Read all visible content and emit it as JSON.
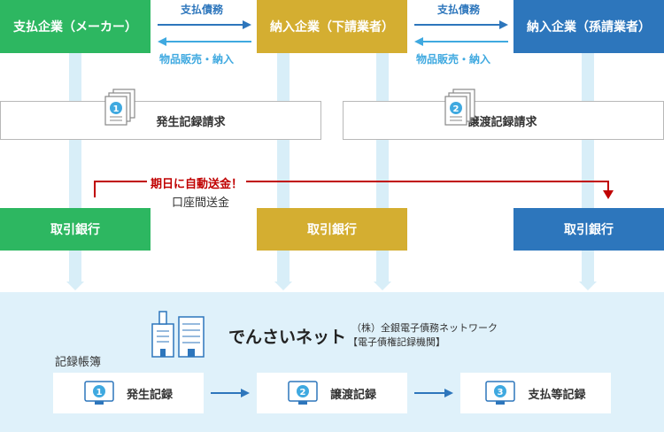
{
  "parties": {
    "payer": "支払企業（メーカー）",
    "supplier": "納入企業（下請業者）",
    "subsupplier": "納入企業（孫請業者）"
  },
  "flows": {
    "pay1": "支払債務",
    "goods1": "物品販売・納入",
    "pay2": "支払債務",
    "goods2": "物品販売・納入"
  },
  "requests": {
    "issue": {
      "badge": "1",
      "label": "発生記録請求"
    },
    "transfer": {
      "badge": "2",
      "label": "譲渡記録請求"
    }
  },
  "auto_transfer": {
    "label": "期日に自動送金！",
    "sublabel": "口座間送金"
  },
  "banks": {
    "payer_bank": "取引銀行",
    "supplier_bank": "取引銀行",
    "subsupplier_bank": "取引銀行"
  },
  "network": {
    "name": "でんさいネット",
    "org_line1": "（株）全銀電子債務ネットワーク",
    "org_line2": "【電子債権記録機関】",
    "ledger_label": "記録帳簿",
    "records": [
      {
        "badge": "1",
        "label": "発生記録"
      },
      {
        "badge": "2",
        "label": "譲渡記録"
      },
      {
        "badge": "3",
        "label": "支払等記録"
      }
    ]
  },
  "colors": {
    "payer": "#2db761",
    "supplier": "#d4ae31",
    "subsupplier": "#2d76bc",
    "auto_line": "#c00000",
    "panel": "#dff1fa"
  }
}
